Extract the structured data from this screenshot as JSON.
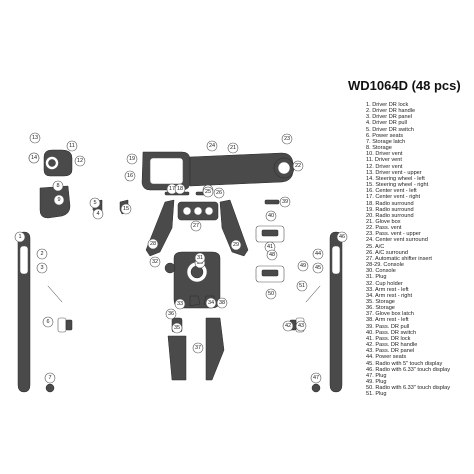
{
  "header": {
    "title": "WD1064D (48 pcs)"
  },
  "parts": [
    "1. Driver DR lock",
    "2. Driver DR handle",
    "3. Driver DR panel",
    "4. Driver DR pull",
    "5. Driver DR switch",
    "6. Power seats",
    "7. Storage latch",
    "8. Storage",
    "10. Driver vent",
    "11. Driver vent",
    "12. Driver vent",
    "13. Driver vent - upper",
    "14. Steering wheel - left",
    "15. Steering wheel - right",
    "16. Center vent - left",
    "17. Center vent - right",
    "18. Radio surround",
    "19. Radio surround",
    "20. Radio surround",
    "21. Glove box",
    "22. Pass. vent",
    "23. Pass. vent - upper",
    "24. Center vent surround",
    "25. A/C",
    "26. A/C surround",
    "27. Automatic shifter insert",
    "28-29. Console",
    "30. Console",
    "31. Plug",
    "32. Cup holder",
    "33. Arm rest - left",
    "34. Arm rest - right",
    "35. Storage",
    "36. Storage",
    "37. Glove box latch",
    "38. Arm rest - left",
    "39. Pass. DR pull",
    "40. Pass. DR switch",
    "41. Pass. DR lock",
    "42. Pass. DR handle",
    "43. Pass. DR panel",
    "44. Power seats",
    "45. Radio with 5\" touch display",
    "46. Radio with 6.33\" touch display",
    "47. Plug",
    "49. Plug",
    "50. Radio with 6.33\" touch display",
    "51. Plug"
  ],
  "callouts": [
    "1",
    "2",
    "3",
    "4",
    "5",
    "6",
    "7",
    "8",
    "9",
    "10",
    "11",
    "12",
    "13",
    "14",
    "15",
    "16",
    "17",
    "18",
    "19",
    "20",
    "21",
    "22",
    "23",
    "24",
    "25",
    "26",
    "27",
    "28",
    "29",
    "30",
    "31",
    "32",
    "33",
    "34",
    "35",
    "36",
    "37",
    "38",
    "39",
    "40",
    "41",
    "42",
    "43",
    "44",
    "45",
    "46",
    "47",
    "48",
    "49",
    "50",
    "51"
  ],
  "colors": {
    "part_fill": "#4a4a4a",
    "callout_stroke": "#555555",
    "background": "#ffffff"
  }
}
